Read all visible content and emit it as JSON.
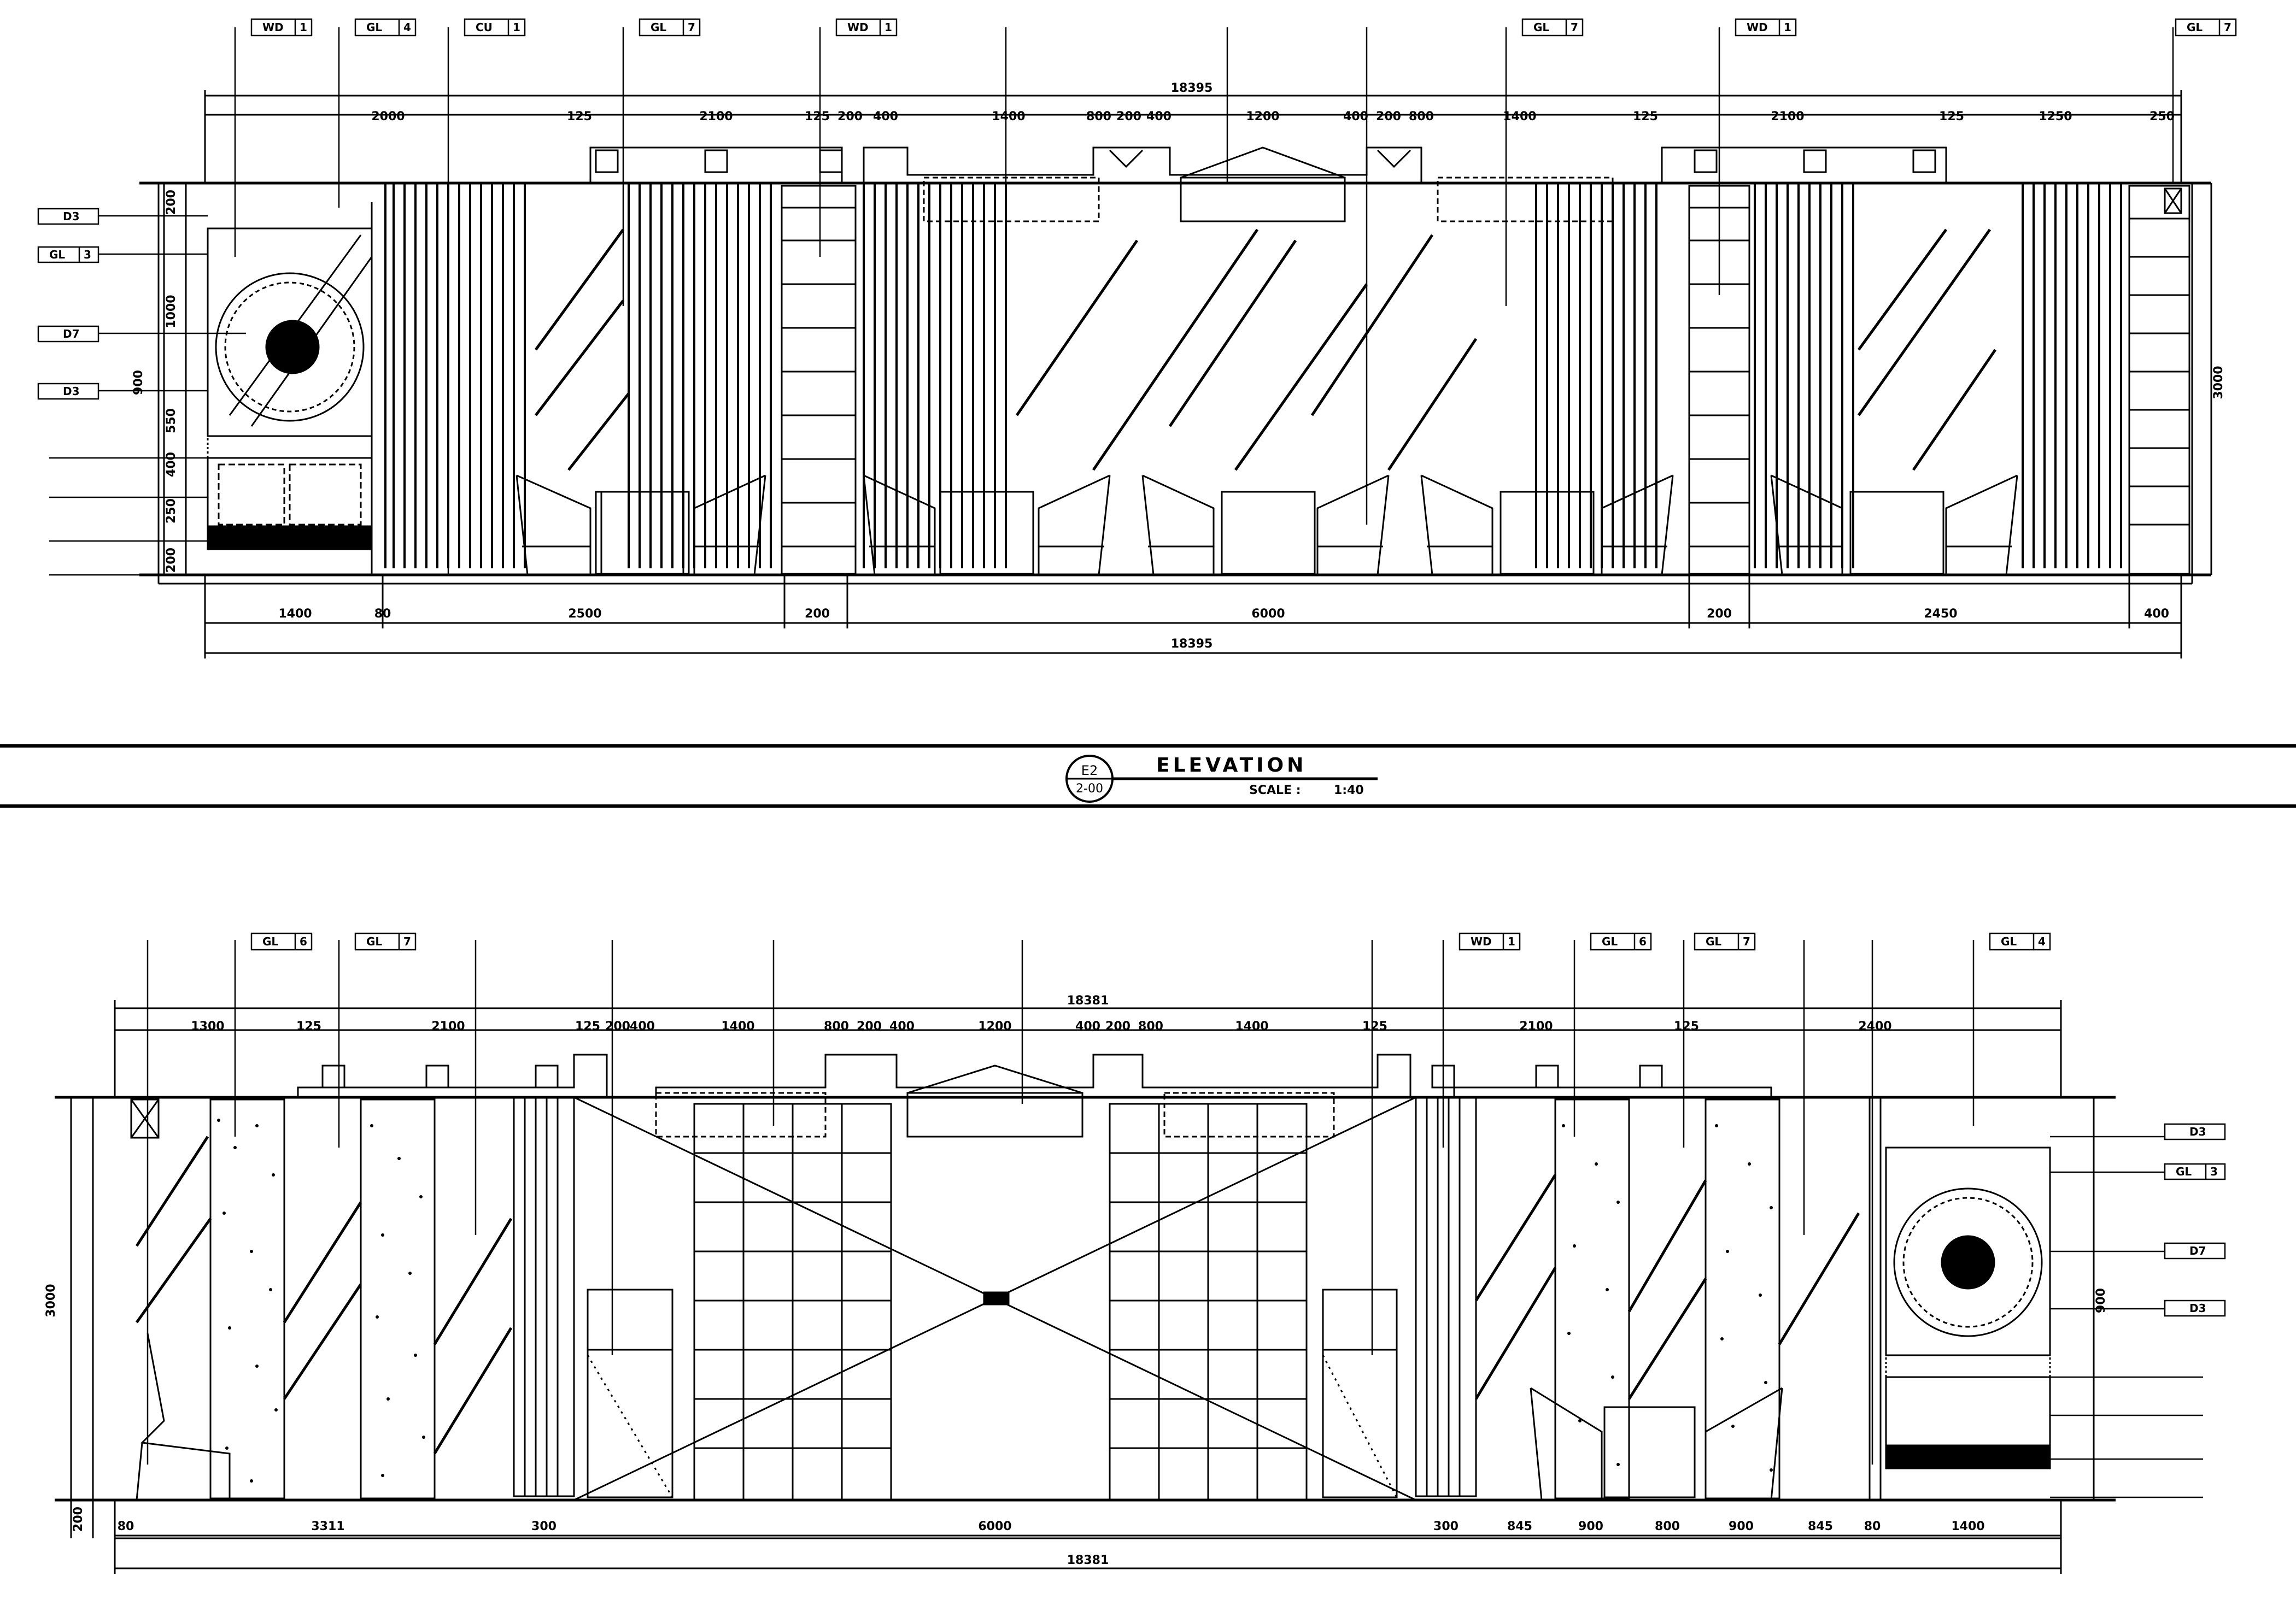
{
  "title_block": {
    "title": "ELEVATION",
    "scale_label": "SCALE :",
    "scale_value": "1:40",
    "bubble_top": "E2",
    "bubble_bottom": "2-00"
  },
  "top_elevation": {
    "dims_top": [
      "2000",
      "125",
      "2100",
      "125",
      "200",
      "400",
      "1400",
      "800",
      "200",
      "400",
      "1200",
      "400",
      "200",
      "800",
      "1400",
      "125",
      "2100",
      "125",
      "1250",
      "250"
    ],
    "overall_top": "18395",
    "dims_bottom": [
      "1400",
      "80",
      "2500",
      "200",
      "6000",
      "200",
      "2450",
      "400"
    ],
    "overall_bottom": "18395",
    "side_dims": [
      "200",
      "1000",
      "900",
      "550",
      "400",
      "250",
      "200"
    ],
    "right_dim": "3000",
    "tags": [
      {
        "code": "WD",
        "num": "1"
      },
      {
        "code": "GL",
        "num": "4"
      },
      {
        "code": "CU",
        "num": "1"
      },
      {
        "code": "GL",
        "num": "7"
      },
      {
        "code": "WD",
        "num": "1"
      },
      {
        "code": "GL",
        "num": "7"
      },
      {
        "code": "WD",
        "num": "1"
      },
      {
        "code": "GL",
        "num": "7"
      }
    ],
    "left_tags": [
      {
        "code": "D3",
        "num": ""
      },
      {
        "code": "GL",
        "num": "3"
      },
      {
        "code": "D7",
        "num": ""
      },
      {
        "code": "D3",
        "num": ""
      }
    ]
  },
  "bottom_elevation": {
    "dims_top": [
      "1300",
      "125",
      "2100",
      "125",
      "200",
      "400",
      "1400",
      "800",
      "200",
      "400",
      "1200",
      "400",
      "200",
      "800",
      "1400",
      "125",
      "2100",
      "125",
      "2400"
    ],
    "overall_top": "18381",
    "dims_bottom": [
      "80",
      "3311",
      "300",
      "6000",
      "300",
      "845",
      "900",
      "800",
      "900",
      "845",
      "80",
      "1400"
    ],
    "overall_bottom": "18381",
    "left_dims": [
      "3000",
      "200"
    ],
    "right_dim": "900",
    "tags": [
      {
        "code": "GL",
        "num": "6"
      },
      {
        "code": "GL",
        "num": "7"
      },
      {
        "code": "WD",
        "num": "1"
      },
      {
        "code": "GL",
        "num": "6"
      },
      {
        "code": "GL",
        "num": "7"
      },
      {
        "code": "GL",
        "num": "4"
      }
    ],
    "right_tags": [
      {
        "code": "D3",
        "num": ""
      },
      {
        "code": "GL",
        "num": "3"
      },
      {
        "code": "D7",
        "num": ""
      },
      {
        "code": "D3",
        "num": ""
      }
    ]
  }
}
